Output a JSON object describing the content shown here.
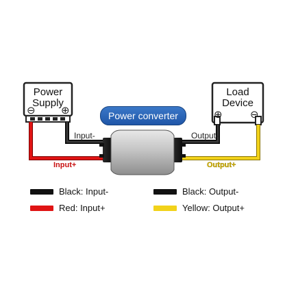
{
  "source_box": {
    "title": "Power\nSupply",
    "minus_symbol": "⊖",
    "plus_symbol": "⊕"
  },
  "load_box": {
    "title": "Load\nDevice",
    "plus_symbol": "⊕",
    "minus_symbol": "⊖"
  },
  "converter_label": "Power converter",
  "wire_labels": {
    "input_minus": "Input-",
    "input_plus": "Input+",
    "output_minus": "Output-",
    "output_plus": "Output+"
  },
  "colors": {
    "black_wire": "#1a1a1a",
    "red_wire": "#e01414",
    "yellow_wire": "#f2d21a",
    "converter_blue": "#2a63b8"
  },
  "legend": [
    {
      "color": "#111111",
      "text": "Black: Input-"
    },
    {
      "color": "#e01414",
      "text": "Red: Input+"
    },
    {
      "color": "#111111",
      "text": "Black: Output-"
    },
    {
      "color": "#f2d21a",
      "text": "Yellow: Output+"
    }
  ]
}
